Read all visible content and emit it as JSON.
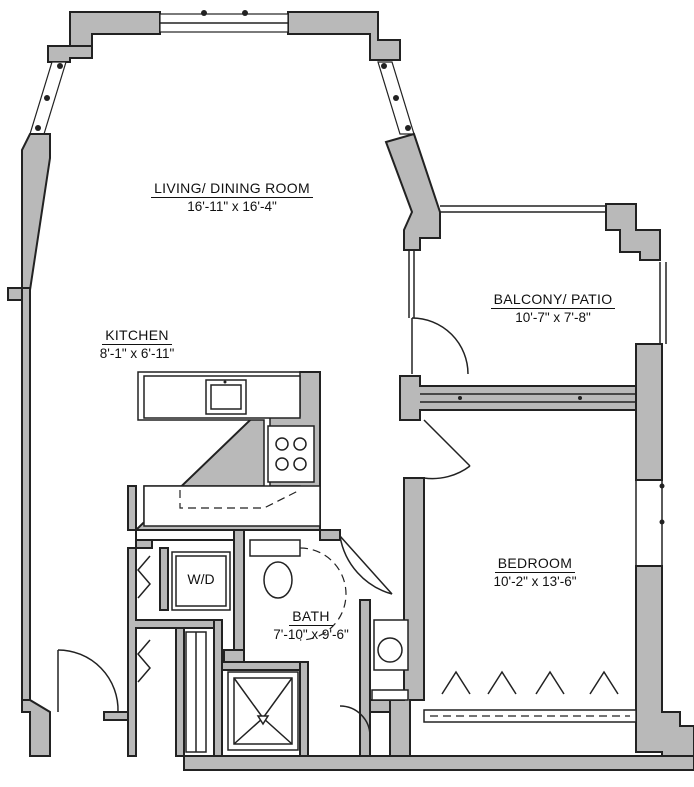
{
  "rooms": {
    "living": {
      "name": "LIVING/ DINING ROOM",
      "dims": "16'-11\" x 16'-4\""
    },
    "balcony": {
      "name": "BALCONY/ PATIO",
      "dims": "10'-7\" x 7'-8\""
    },
    "kitchen": {
      "name": "KITCHEN",
      "dims": "8'-1\" x 6'-11\""
    },
    "bedroom": {
      "name": "BEDROOM",
      "dims": "10'-2\" x 13'-6\""
    },
    "bath": {
      "name": "BATH",
      "dims": "7'-10\" x 9'-6\""
    }
  },
  "fixtures": {
    "washer_dryer": "W/D"
  },
  "colors": {
    "wall_fill": "#b9b9b9",
    "line": "#222222",
    "background": "#ffffff"
  }
}
